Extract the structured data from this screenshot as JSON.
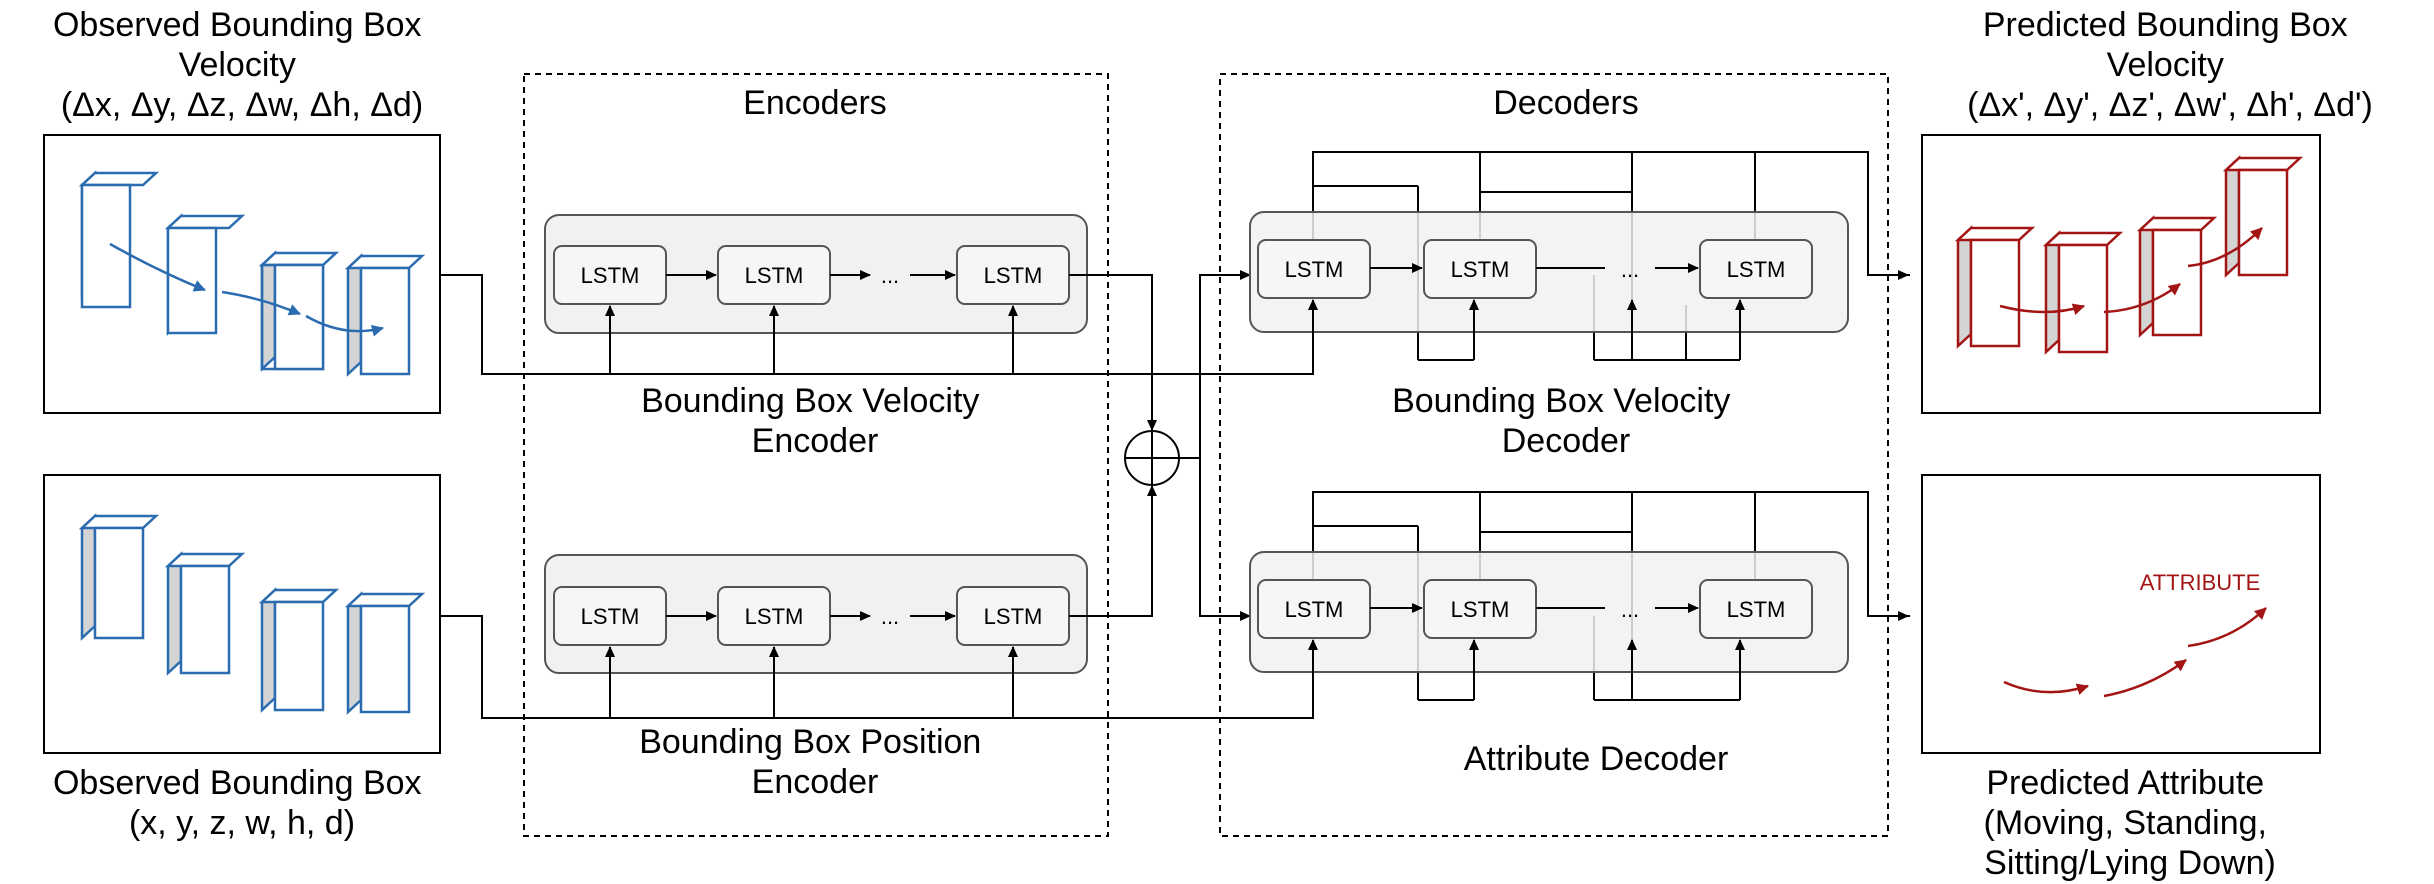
{
  "labels": {
    "observed_velocity": [
      "Observed Bounding Box",
      "Velocity",
      "(Δx, Δy, Δz, Δw, Δh, Δd)"
    ],
    "observed_position": [
      "Observed Bounding Box",
      "(x, y, z, w, h, d)"
    ],
    "encoders_title": "Encoders",
    "decoders_title": "Decoders",
    "velocity_encoder": [
      "Bounding Box Velocity",
      "Encoder"
    ],
    "position_encoder": [
      "Bounding Box Position",
      "Encoder"
    ],
    "velocity_decoder": [
      "Bounding Box Velocity",
      "Decoder"
    ],
    "attribute_decoder": "Attribute Decoder",
    "predicted_velocity": [
      "Predicted Bounding Box",
      "Velocity",
      "(Δx', Δy', Δz', Δw', Δh', Δd')"
    ],
    "predicted_attribute": [
      "Predicted Attribute",
      "(Moving, Standing,",
      "Sitting/Lying Down)"
    ],
    "attribute_word": "ATTRIBUTE",
    "lstm": "LSTM",
    "ellipsis": "..."
  },
  "colors": {
    "line": "#000000",
    "observed_box": "#2b6cb0",
    "predicted_box": "#a31515",
    "module_fill": "#f1f1f1",
    "cell_fill": "#f6f6f6",
    "box_side": "#d4d4d4"
  },
  "icons": [
    "summation-icon",
    "arrow-icon"
  ]
}
